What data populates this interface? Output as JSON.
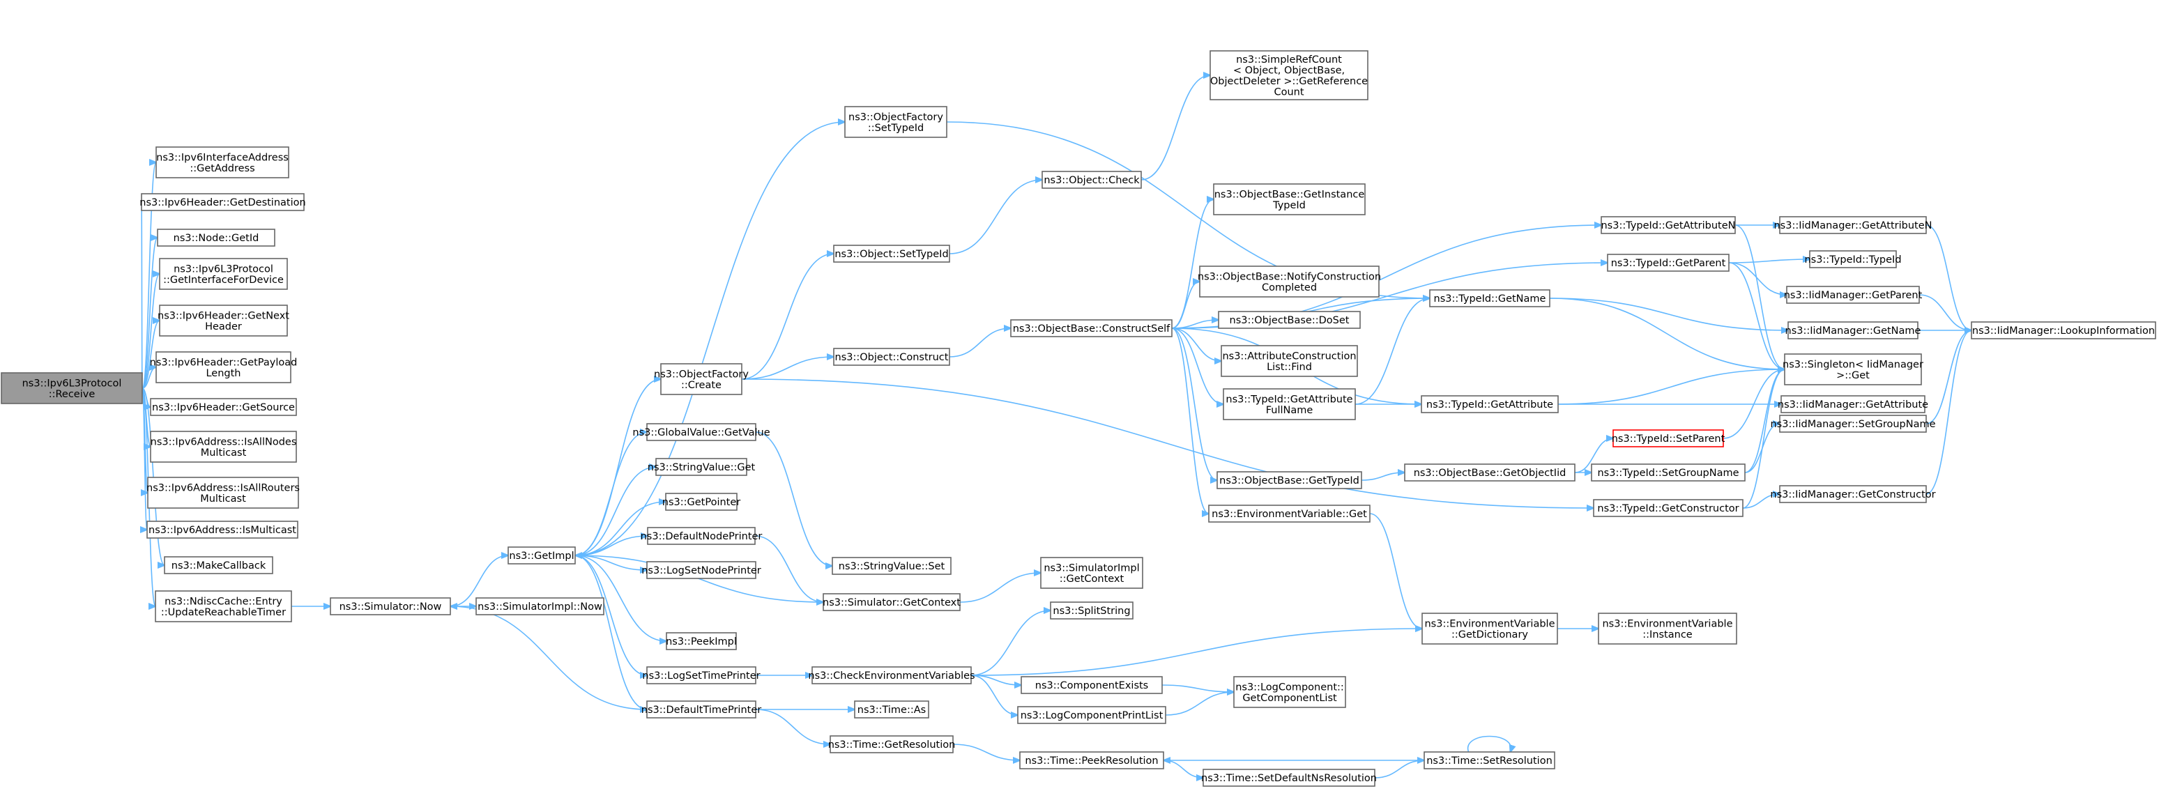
{
  "colors": {
    "edge": "#63b8ff",
    "node_border": "#666666",
    "root_fill": "#9a9a9a",
    "highlight_border": "#ff0000"
  },
  "nodes": [
    {
      "id": "root",
      "lines": [
        "ns3::Ipv6L3Protocol",
        "::Receive"
      ]
    },
    {
      "id": "ifaceGetAddress",
      "lines": [
        "ns3::Ipv6InterfaceAddress",
        "::GetAddress"
      ]
    },
    {
      "id": "getDestination",
      "lines": [
        "ns3::Ipv6Header::GetDestination"
      ]
    },
    {
      "id": "nodeGetId",
      "lines": [
        "ns3::Node::GetId"
      ]
    },
    {
      "id": "getIfaceForDevice",
      "lines": [
        "ns3::Ipv6L3Protocol",
        "::GetInterfaceForDevice"
      ]
    },
    {
      "id": "getNextHeader",
      "lines": [
        "ns3::Ipv6Header::GetNext",
        "Header"
      ]
    },
    {
      "id": "getPayloadLength",
      "lines": [
        "ns3::Ipv6Header::GetPayload",
        "Length"
      ]
    },
    {
      "id": "getSource",
      "lines": [
        "ns3::Ipv6Header::GetSource"
      ]
    },
    {
      "id": "isAllNodes",
      "lines": [
        "ns3::Ipv6Address::IsAllNodes",
        "Multicast"
      ]
    },
    {
      "id": "isAllRouters",
      "lines": [
        "ns3::Ipv6Address::IsAllRouters",
        "Multicast"
      ]
    },
    {
      "id": "isMulticast",
      "lines": [
        "ns3::Ipv6Address::IsMulticast"
      ]
    },
    {
      "id": "makeCallback",
      "lines": [
        "ns3::MakeCallback"
      ]
    },
    {
      "id": "updateTimer",
      "lines": [
        "ns3::NdiscCache::Entry",
        "::UpdateReachableTimer"
      ]
    },
    {
      "id": "simNow",
      "lines": [
        "ns3::Simulator::Now"
      ]
    },
    {
      "id": "simImplNow",
      "lines": [
        "ns3::SimulatorImpl::Now"
      ]
    },
    {
      "id": "getImpl",
      "lines": [
        "ns3::GetImpl"
      ]
    },
    {
      "id": "ofSetTypeId",
      "lines": [
        "ns3::ObjectFactory",
        "::SetTypeId"
      ]
    },
    {
      "id": "objSetTypeId",
      "lines": [
        "ns3::Object::SetTypeId"
      ]
    },
    {
      "id": "ofCreate",
      "lines": [
        "ns3::ObjectFactory",
        "::Create"
      ]
    },
    {
      "id": "gvGetValue",
      "lines": [
        "ns3::GlobalValue::GetValue"
      ]
    },
    {
      "id": "svGet",
      "lines": [
        "ns3::StringValue::Get"
      ]
    },
    {
      "id": "getPointer",
      "lines": [
        "ns3::GetPointer"
      ]
    },
    {
      "id": "defNodePrinter",
      "lines": [
        "ns3::DefaultNodePrinter"
      ]
    },
    {
      "id": "logSetNodePrinter",
      "lines": [
        "ns3::LogSetNodePrinter"
      ]
    },
    {
      "id": "peekImpl",
      "lines": [
        "ns3::PeekImpl"
      ]
    },
    {
      "id": "logSetTimePrinter",
      "lines": [
        "ns3::LogSetTimePrinter"
      ]
    },
    {
      "id": "defTimePrinter",
      "lines": [
        "ns3::DefaultTimePrinter"
      ]
    },
    {
      "id": "objConstruct",
      "lines": [
        "ns3::Object::Construct"
      ]
    },
    {
      "id": "objCheck",
      "lines": [
        "ns3::Object::Check"
      ]
    },
    {
      "id": "svSet",
      "lines": [
        "ns3::StringValue::Set"
      ]
    },
    {
      "id": "simGetContext",
      "lines": [
        "ns3::Simulator::GetContext"
      ]
    },
    {
      "id": "simImplGetContext",
      "lines": [
        "ns3::SimulatorImpl",
        "::GetContext"
      ]
    },
    {
      "id": "checkEnv",
      "lines": [
        "ns3::CheckEnvironmentVariables"
      ]
    },
    {
      "id": "timeAs",
      "lines": [
        "ns3::Time::As"
      ]
    },
    {
      "id": "timeGetRes",
      "lines": [
        "ns3::Time::GetResolution"
      ]
    },
    {
      "id": "splitString",
      "lines": [
        "ns3::SplitString"
      ]
    },
    {
      "id": "compExists",
      "lines": [
        "ns3::ComponentExists"
      ]
    },
    {
      "id": "logCompPrintList",
      "lines": [
        "ns3::LogComponentPrintList"
      ]
    },
    {
      "id": "timePeekRes",
      "lines": [
        "ns3::Time::PeekResolution"
      ]
    },
    {
      "id": "timeSetDefNsRes",
      "lines": [
        "ns3::Time::SetDefaultNsResolution"
      ]
    },
    {
      "id": "timeSetRes",
      "lines": [
        "ns3::Time::SetResolution"
      ]
    },
    {
      "id": "constructSelf",
      "lines": [
        "ns3::ObjectBase::ConstructSelf"
      ]
    },
    {
      "id": "simpleRefCount",
      "lines": [
        "ns3::SimpleRefCount",
        "< Object, ObjectBase,",
        "ObjectDeleter >::GetReference",
        "Count"
      ]
    },
    {
      "id": "getInstanceTypeId",
      "lines": [
        "ns3::ObjectBase::GetInstance",
        "TypeId"
      ]
    },
    {
      "id": "notifyConstruction",
      "lines": [
        "ns3::ObjectBase::NotifyConstruction",
        "Completed"
      ]
    },
    {
      "id": "doSet",
      "lines": [
        "ns3::ObjectBase::DoSet"
      ]
    },
    {
      "id": "attrListFind",
      "lines": [
        "ns3::AttributeConstruction",
        "List::Find"
      ]
    },
    {
      "id": "tidGetAttrFullName",
      "lines": [
        "ns3::TypeId::GetAttribute",
        "FullName"
      ]
    },
    {
      "id": "obGetTypeId",
      "lines": [
        "ns3::ObjectBase::GetTypeId"
      ]
    },
    {
      "id": "envGet",
      "lines": [
        "ns3::EnvironmentVariable::Get"
      ]
    },
    {
      "id": "tidGetName",
      "lines": [
        "ns3::TypeId::GetName"
      ]
    },
    {
      "id": "tidGetAttribute",
      "lines": [
        "ns3::TypeId::GetAttribute"
      ]
    },
    {
      "id": "obGetObjectIid",
      "lines": [
        "ns3::ObjectBase::GetObjectIid"
      ]
    },
    {
      "id": "envGetDict",
      "lines": [
        "ns3::EnvironmentVariable",
        "::GetDictionary"
      ]
    },
    {
      "id": "logCompGetList",
      "lines": [
        "ns3::LogComponent::",
        "GetComponentList"
      ]
    },
    {
      "id": "envInstance",
      "lines": [
        "ns3::EnvironmentVariable",
        "::Instance"
      ]
    },
    {
      "id": "tidGetAttributeN",
      "lines": [
        "ns3::TypeId::GetAttributeN"
      ]
    },
    {
      "id": "tidGetParent",
      "lines": [
        "ns3::TypeId::GetParent"
      ]
    },
    {
      "id": "singletonGet",
      "lines": [
        "ns3::Singleton< IidManager",
        ">::Get"
      ]
    },
    {
      "id": "tidSetParent",
      "lines": [
        "ns3::TypeId::SetParent"
      ],
      "highlight": true
    },
    {
      "id": "tidSetGroupName",
      "lines": [
        "ns3::TypeId::SetGroupName"
      ]
    },
    {
      "id": "tidGetConstructor",
      "lines": [
        "ns3::TypeId::GetConstructor"
      ]
    },
    {
      "id": "imGetAttributeN",
      "lines": [
        "ns3::IidManager::GetAttributeN"
      ]
    },
    {
      "id": "tidTypeId",
      "lines": [
        "ns3::TypeId::TypeId"
      ]
    },
    {
      "id": "imGetParent",
      "lines": [
        "ns3::IidManager::GetParent"
      ]
    },
    {
      "id": "imGetName",
      "lines": [
        "ns3::IidManager::GetName"
      ]
    },
    {
      "id": "imGetAttribute",
      "lines": [
        "ns3::IidManager::GetAttribute"
      ]
    },
    {
      "id": "imSetGroupName",
      "lines": [
        "ns3::IidManager::SetGroupName"
      ]
    },
    {
      "id": "imGetConstructor",
      "lines": [
        "ns3::IidManager::GetConstructor"
      ]
    },
    {
      "id": "imLookupInfo",
      "lines": [
        "ns3::IidManager::LookupInformation"
      ]
    }
  ],
  "edges": [
    [
      "root",
      "ifaceGetAddress"
    ],
    [
      "root",
      "getDestination"
    ],
    [
      "root",
      "nodeGetId"
    ],
    [
      "root",
      "getIfaceForDevice"
    ],
    [
      "root",
      "getNextHeader"
    ],
    [
      "root",
      "getPayloadLength"
    ],
    [
      "root",
      "getSource"
    ],
    [
      "root",
      "isAllNodes"
    ],
    [
      "root",
      "isAllRouters"
    ],
    [
      "root",
      "isMulticast"
    ],
    [
      "root",
      "makeCallback"
    ],
    [
      "root",
      "updateTimer"
    ],
    [
      "updateTimer",
      "simNow"
    ],
    [
      "simNow",
      "simImplNow"
    ],
    [
      "simNow",
      "getImpl"
    ],
    [
      "defTimePrinter",
      "simNow"
    ],
    [
      "getImpl",
      "ofSetTypeId"
    ],
    [
      "getImpl",
      "ofCreate"
    ],
    [
      "getImpl",
      "gvGetValue"
    ],
    [
      "getImpl",
      "svGet"
    ],
    [
      "getImpl",
      "getPointer"
    ],
    [
      "getImpl",
      "defNodePrinter"
    ],
    [
      "getImpl",
      "logSetNodePrinter"
    ],
    [
      "getImpl",
      "peekImpl"
    ],
    [
      "getImpl",
      "logSetTimePrinter"
    ],
    [
      "getImpl",
      "defTimePrinter"
    ],
    [
      "ofSetTypeId",
      "tidGetName"
    ],
    [
      "ofCreate",
      "objSetTypeId"
    ],
    [
      "ofCreate",
      "objConstruct"
    ],
    [
      "ofCreate",
      "tidGetConstructor"
    ],
    [
      "objSetTypeId",
      "objCheck"
    ],
    [
      "objCheck",
      "simpleRefCount"
    ],
    [
      "objConstruct",
      "constructSelf"
    ],
    [
      "gvGetValue",
      "svSet"
    ],
    [
      "defNodePrinter",
      "simGetContext"
    ],
    [
      "simGetContext",
      "simImplGetContext"
    ],
    [
      "simGetContext",
      "getImpl"
    ],
    [
      "logSetTimePrinter",
      "checkEnv"
    ],
    [
      "defTimePrinter",
      "timeAs"
    ],
    [
      "defTimePrinter",
      "timeGetRes"
    ],
    [
      "checkEnv",
      "splitString"
    ],
    [
      "checkEnv",
      "envGetDict"
    ],
    [
      "checkEnv",
      "compExists"
    ],
    [
      "checkEnv",
      "logCompPrintList"
    ],
    [
      "compExists",
      "logCompGetList"
    ],
    [
      "logCompPrintList",
      "logCompGetList"
    ],
    [
      "timeGetRes",
      "timePeekRes"
    ],
    [
      "timePeekRes",
      "timeSetDefNsRes"
    ],
    [
      "timeSetDefNsRes",
      "timeSetRes"
    ],
    [
      "timeSetRes",
      "timePeekRes"
    ],
    [
      "timeSetRes",
      "timeSetRes"
    ],
    [
      "constructSelf",
      "getInstanceTypeId"
    ],
    [
      "constructSelf",
      "notifyConstruction"
    ],
    [
      "constructSelf",
      "doSet"
    ],
    [
      "constructSelf",
      "attrListFind"
    ],
    [
      "constructSelf",
      "tidGetAttrFullName"
    ],
    [
      "constructSelf",
      "obGetTypeId"
    ],
    [
      "constructSelf",
      "envGet"
    ],
    [
      "constructSelf",
      "tidGetName"
    ],
    [
      "constructSelf",
      "tidGetAttribute"
    ],
    [
      "constructSelf",
      "tidGetAttributeN"
    ],
    [
      "constructSelf",
      "tidGetParent"
    ],
    [
      "tidGetAttrFullName",
      "tidGetName"
    ],
    [
      "tidGetAttrFullName",
      "tidGetAttribute"
    ],
    [
      "obGetTypeId",
      "obGetObjectIid"
    ],
    [
      "obGetObjectIid",
      "tidSetParent"
    ],
    [
      "obGetObjectIid",
      "tidSetGroupName"
    ],
    [
      "envGet",
      "envGetDict"
    ],
    [
      "envGetDict",
      "envInstance"
    ],
    [
      "tidGetName",
      "imGetName"
    ],
    [
      "tidGetName",
      "singletonGet"
    ],
    [
      "tidGetAttribute",
      "imGetAttribute"
    ],
    [
      "tidGetAttribute",
      "singletonGet"
    ],
    [
      "tidGetAttributeN",
      "imGetAttributeN"
    ],
    [
      "tidGetAttributeN",
      "singletonGet"
    ],
    [
      "tidGetParent",
      "tidTypeId"
    ],
    [
      "tidGetParent",
      "imGetParent"
    ],
    [
      "tidGetParent",
      "singletonGet"
    ],
    [
      "tidSetParent",
      "singletonGet"
    ],
    [
      "tidSetGroupName",
      "imSetGroupName"
    ],
    [
      "tidSetGroupName",
      "singletonGet"
    ],
    [
      "tidGetConstructor",
      "imGetConstructor"
    ],
    [
      "tidGetConstructor",
      "singletonGet"
    ],
    [
      "imGetAttributeN",
      "imLookupInfo"
    ],
    [
      "imGetParent",
      "imLookupInfo"
    ],
    [
      "imGetName",
      "imLookupInfo"
    ],
    [
      "imSetGroupName",
      "imLookupInfo"
    ],
    [
      "imGetConstructor",
      "imLookupInfo"
    ]
  ]
}
